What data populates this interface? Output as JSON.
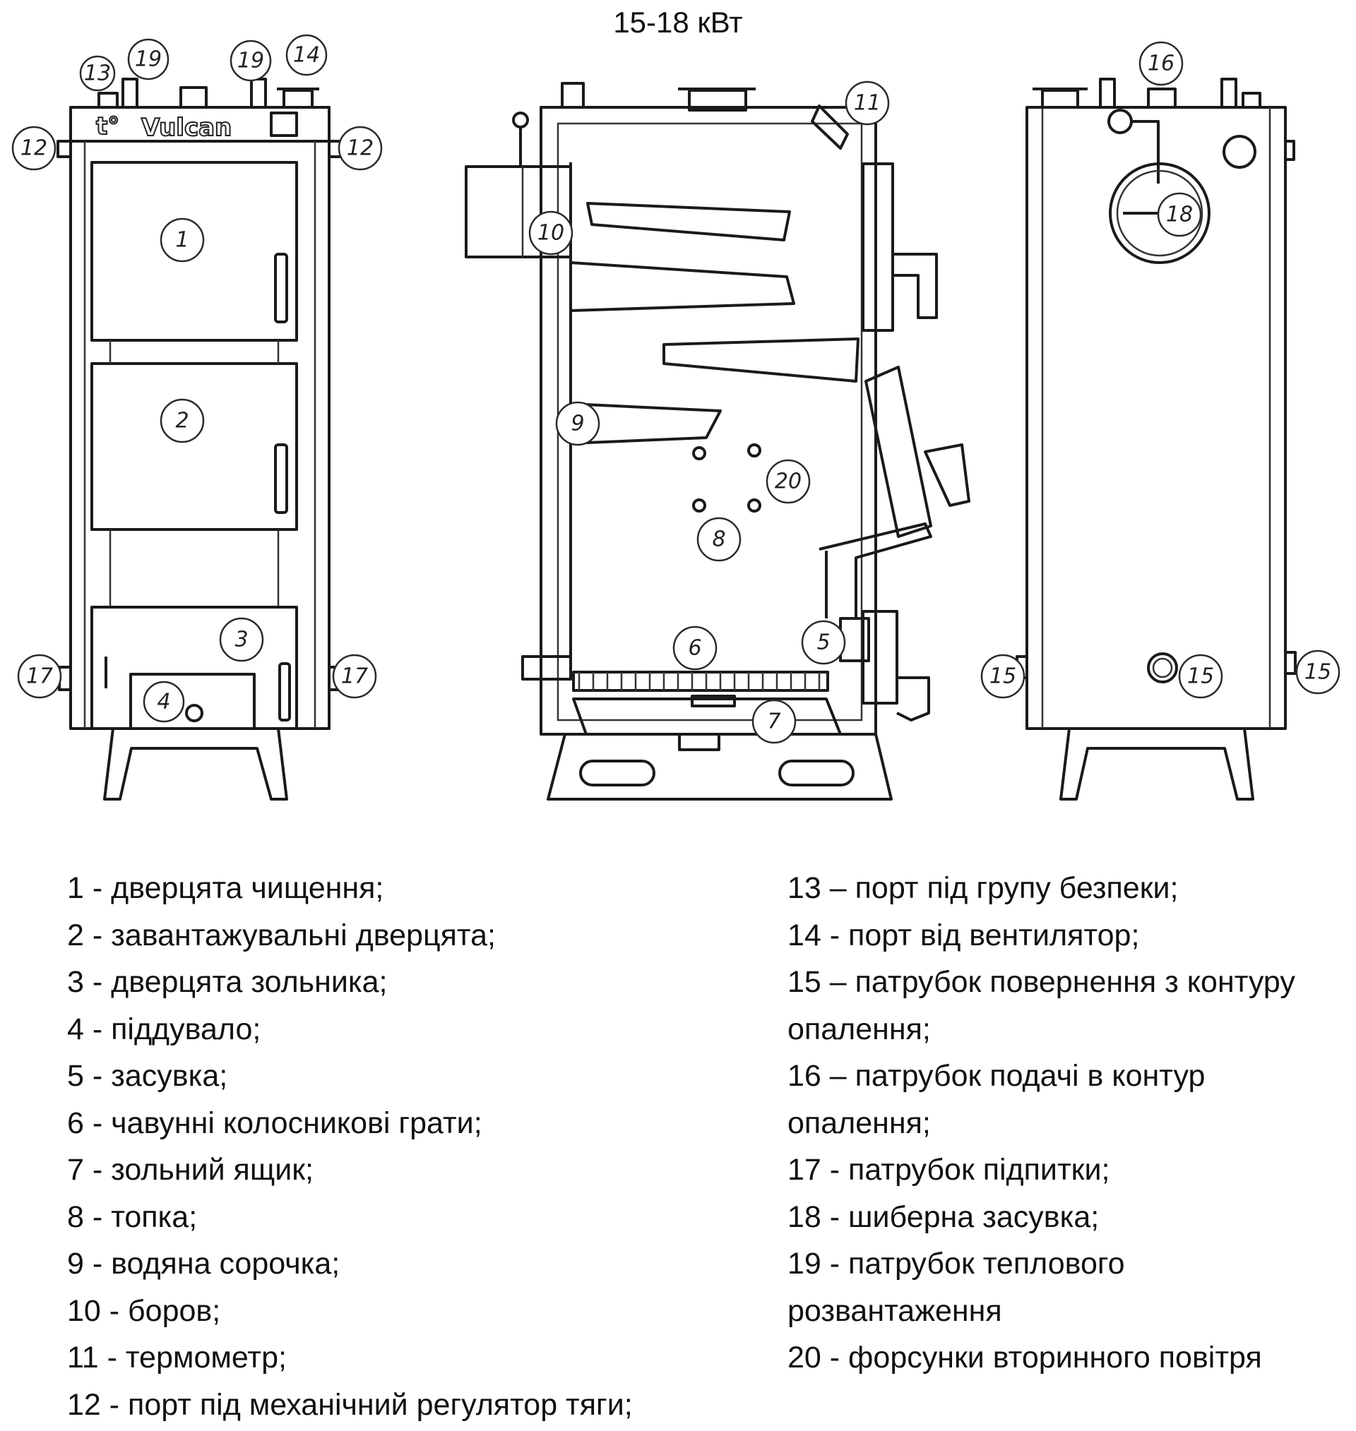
{
  "title": "15-18 кВт",
  "logo_text": "Vulcan",
  "logo_mark": "t°",
  "callouts": {
    "front": [
      "13",
      "19",
      "19",
      "14",
      "12",
      "12",
      "1",
      "2",
      "3",
      "4",
      "17",
      "17"
    ],
    "section": [
      "11",
      "10",
      "9",
      "20",
      "8",
      "6",
      "5",
      "7"
    ],
    "rear": [
      "16",
      "18",
      "15",
      "15",
      "15"
    ]
  },
  "legend_left": [
    "1 - дверцята чищення;",
    "2 - завантажувальні дверцята;",
    "3 - дверцята зольника;",
    "4 - піддувало;",
    "5 - засувка;",
    "6 - чавунні колосникові грати;",
    "7 - зольний ящик;",
    "8 - топка;",
    "9 - водяна сорочка;",
    "10 - боров;",
    "11 - термометр;",
    "12 - порт під механічний регулятор тяги;"
  ],
  "legend_right": [
    "13 – порт під групу безпеки;",
    "14 - порт від вентилятор;",
    "15 – патрубок повернення з контуру",
    "опалення;",
    "16 – патрубок подачі в контур",
    "опалення;",
    "17 - патрубок підпитки;",
    "18 - шиберна засувка;",
    "19 - патрубок теплового",
    "розвантаження",
    "20  - форсунки вторинного повітря"
  ]
}
